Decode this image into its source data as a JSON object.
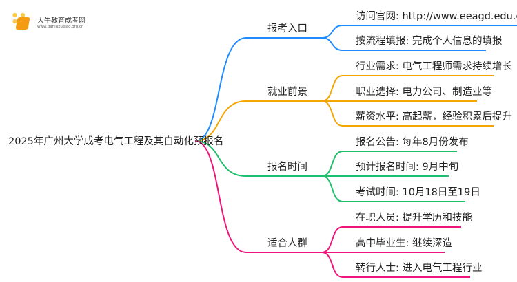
{
  "logo": {
    "name": "大牛教育成考网",
    "url": "www.daniuxueiao.org.cn"
  },
  "root": "2025年广州大学成考电气工程及其自动化预报名",
  "colors": {
    "blue": "#1f8bff",
    "orange": "#f5a500",
    "green": "#1dbf6a",
    "pink": "#f0147a"
  },
  "branches": [
    {
      "label": "报考入口",
      "color": "blue",
      "leaves": [
        "访问官网: http://www.eeagd.edu.cn/cr",
        "按流程填报: 完成个人信息的填报"
      ]
    },
    {
      "label": "就业前景",
      "color": "orange",
      "leaves": [
        "行业需求: 电气工程师需求持续增长",
        "职业选择: 电力公司、制造业等",
        "薪资水平: 高起薪，经验积累后提升"
      ]
    },
    {
      "label": "报名时间",
      "color": "green",
      "leaves": [
        "报名公告: 每年8月份发布",
        "预计报名时间: 9月中旬",
        "考试时间: 10月18日至19日"
      ]
    },
    {
      "label": "适合人群",
      "color": "pink",
      "leaves": [
        "在职人员: 提升学历和技能",
        "高中毕业生: 继续深造",
        "转行人士: 进入电气工程行业"
      ]
    }
  ]
}
